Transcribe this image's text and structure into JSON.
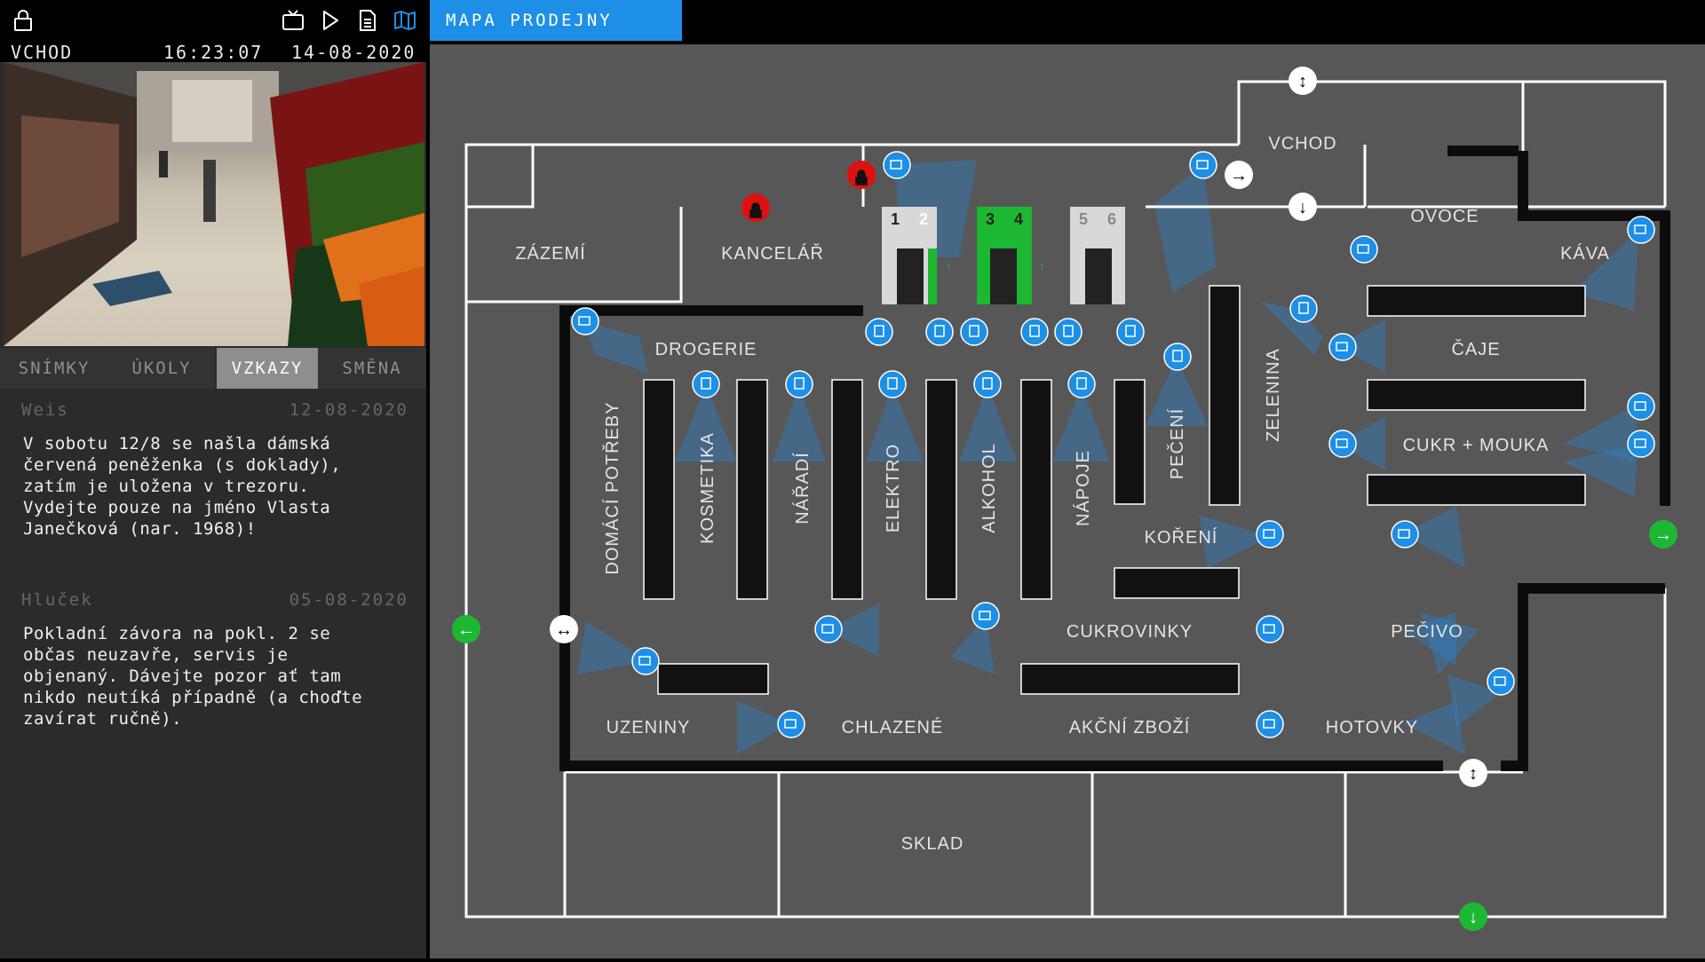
{
  "toolbar": {
    "lock_icon": "lock-icon",
    "icons": [
      "tv-icon",
      "play-icon",
      "document-icon",
      "map-icon"
    ],
    "active_color": "#1e8fe6"
  },
  "camera": {
    "name": "VCHOD",
    "time": "16:23:07",
    "date": "14-08-2020"
  },
  "tabs": [
    {
      "label": "SNÍMKY",
      "active": false
    },
    {
      "label": "ÚKOLY",
      "active": false
    },
    {
      "label": "VZKAZY",
      "active": true
    },
    {
      "label": "SMĚNA",
      "active": false
    }
  ],
  "messages": [
    {
      "author": "Weis",
      "date": "12-08-2020",
      "text": "V sobotu 12/8 se našla dámská\nčervená peněženka (s doklady),\nzatím je uložena v trezoru.\nVydejte pouze na jméno Vlasta\nJanečková (nar. 1968)!"
    },
    {
      "author": "Hluček",
      "date": "05-08-2020",
      "text": "Pokladní závora na pokl. 2 se\nobčas neuzavře, servis je\nobjenaný. Dávejte pozor ať tam\nnikdo neutíká případně (a choďte\nzavírat ručně)."
    }
  ],
  "map": {
    "tab_label": "MAPA PRODEJNY",
    "zones": {
      "entrance": "VCHOD",
      "backroom": "ZÁZEMÍ",
      "office": "KANCELÁŘ",
      "fruit": "OVOCE",
      "coffee": "KÁVA",
      "drugstore": "DROGERIE",
      "tea": "ČAJE",
      "sugar_flour": "CUKR + MOUKA",
      "vegetables": "ZELENINA",
      "baking": "PEČENÍ",
      "spices": "KOŘENÍ",
      "household": "DOMÁCÍ POTŘEBY",
      "cosmetics": "KOSMETIKA",
      "tools": "NÁŘADÍ",
      "electro": "ELEKTRO",
      "alcohol": "ALKOHOL",
      "drinks": "NÁPOJE",
      "sweets": "CUKROVINKY",
      "bakery": "PEČIVO",
      "meats": "UZENINY",
      "chilled": "CHLAZENÉ",
      "sale": "AKČNÍ ZBOŽÍ",
      "ready_meals": "HOTOVKY",
      "storage": "SKLAD"
    },
    "checkouts": [
      "1",
      "2",
      "3",
      "4",
      "5",
      "6"
    ],
    "open_checkouts": [
      "2",
      "3",
      "4"
    ],
    "colors": {
      "camera": "#1e8fe6",
      "exit": "#1db832",
      "alarm": "#e01010",
      "floor": "#575757",
      "shelf": "#111111"
    }
  }
}
